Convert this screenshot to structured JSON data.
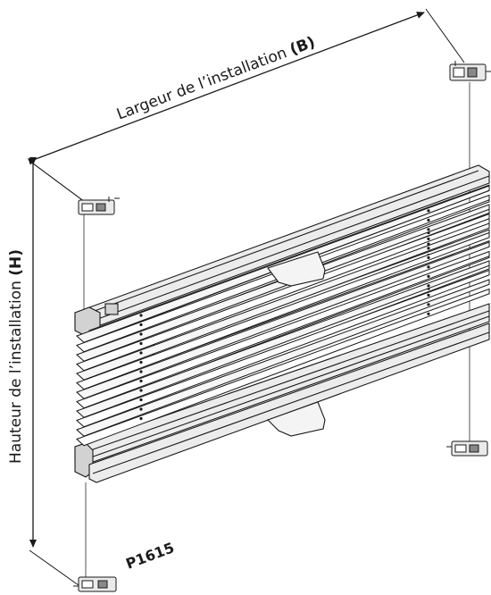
{
  "labels": {
    "width_text": "Largeur de l’installation ",
    "width_code": "(B)",
    "height_text": "Hauteur de l’installation ",
    "height_code": "(H)",
    "product_code": "P1615"
  },
  "colors": {
    "line": "#1a1a1a",
    "fabric": "#ffffff",
    "rail_fill": "#ececec",
    "rail_dark": "#d2d2d2"
  },
  "icons": {
    "bracket": "cord-bracket-icon",
    "handle": "handle-tab-icon"
  }
}
